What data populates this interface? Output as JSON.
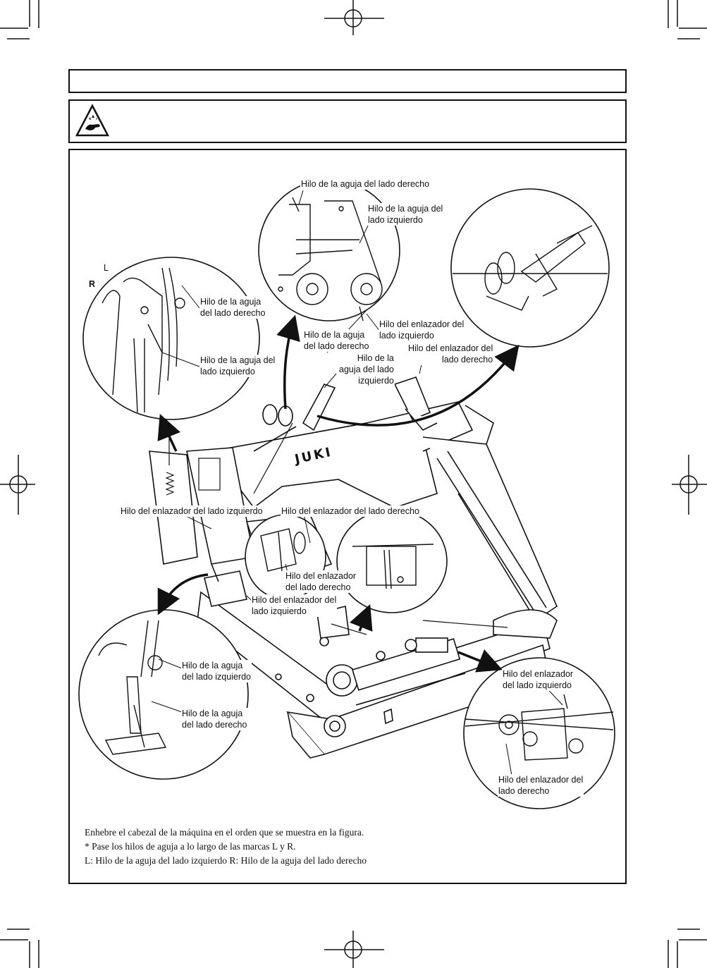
{
  "header": {
    "title": ""
  },
  "warning": {
    "icon": "hand-caution-icon",
    "text": ""
  },
  "figure": {
    "top_detail": {
      "needle_right": "Hilo de la aguja del lado derecho",
      "needle_left_1": "Hilo de la aguja del",
      "needle_left_2": "lado izquierdo"
    },
    "left_detail": {
      "mark_L": "L",
      "mark_R": "R",
      "needle_right_1": "Hilo de la aguja",
      "needle_right_2": "del lado derecho",
      "needle_left_1": "Hilo de la aguja del",
      "needle_left_2": "lado izquierdo"
    },
    "center": {
      "needle_right_1": "Hilo de la aguja",
      "needle_right_2": "del lado derecho",
      "looper_left_1": "Hilo del enlazador del",
      "looper_left_2": "lado izquierdo",
      "looper_right_1": "Hilo del enlazador del",
      "looper_right_2": "lado derecho",
      "needle_left_1": "Hilo de la",
      "needle_left_2": "aguja del lado",
      "needle_left_3": "izquierdo",
      "brand": "JUKI",
      "looper_left_long": "Hilo del enlazador del lado izquierdo",
      "looper_right_long": "Hilo del enlazador del lado derecho",
      "looper_right_mid_1": "Hilo del enlazador",
      "looper_right_mid_2": "del lado derecho",
      "looper_left_mid_1": "Hilo del enlazador del",
      "looper_left_mid_2": "lado izquierdo"
    },
    "bottom_left_detail": {
      "needle_left_1": "Hilo de la aguja",
      "needle_left_2": "del lado izquierdo",
      "needle_right_1": "Hilo de la aguja",
      "needle_right_2": "del lado derecho"
    },
    "bottom_right_detail": {
      "looper_left_1": "Hilo del enlazador",
      "looper_left_2": "del lado izquierdo",
      "looper_right_1": "Hilo del enlazador del",
      "looper_right_2": "lado derecho"
    }
  },
  "caption": {
    "line1": "Enhebre el cabezal de la máquina en el orden que se muestra en la figura.",
    "line2": "* Pase los hilos de aguja a lo largo de las marcas L y R.",
    "line3": "L:  Hilo de la aguja del lado izquierdo  R:  Hilo de la aguja del lado derecho"
  }
}
